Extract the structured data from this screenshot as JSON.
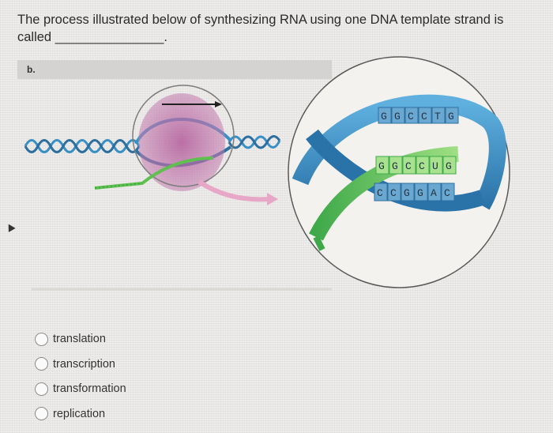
{
  "question": {
    "text": "The process illustrated below of synthesizing RNA using one DNA template strand is called",
    "blank": "_______________."
  },
  "figure": {
    "label": "b.",
    "top_strand_bases": [
      "G",
      "G",
      "C",
      "C",
      "T",
      "G"
    ],
    "rna_bases": [
      "G",
      "G",
      "C",
      "C",
      "U",
      "G"
    ],
    "template_bases": [
      "C",
      "C",
      "G",
      "G",
      "A",
      "C"
    ],
    "colors": {
      "dna": "#3a8fc4",
      "rna": "#5fbf4f",
      "polymerase": "#b25a9a",
      "arrow": "#e7a7c6"
    }
  },
  "options": [
    {
      "label": "translation",
      "selected": false
    },
    {
      "label": "transcription",
      "selected": false
    },
    {
      "label": "transformation",
      "selected": false
    },
    {
      "label": "replication",
      "selected": false
    }
  ]
}
